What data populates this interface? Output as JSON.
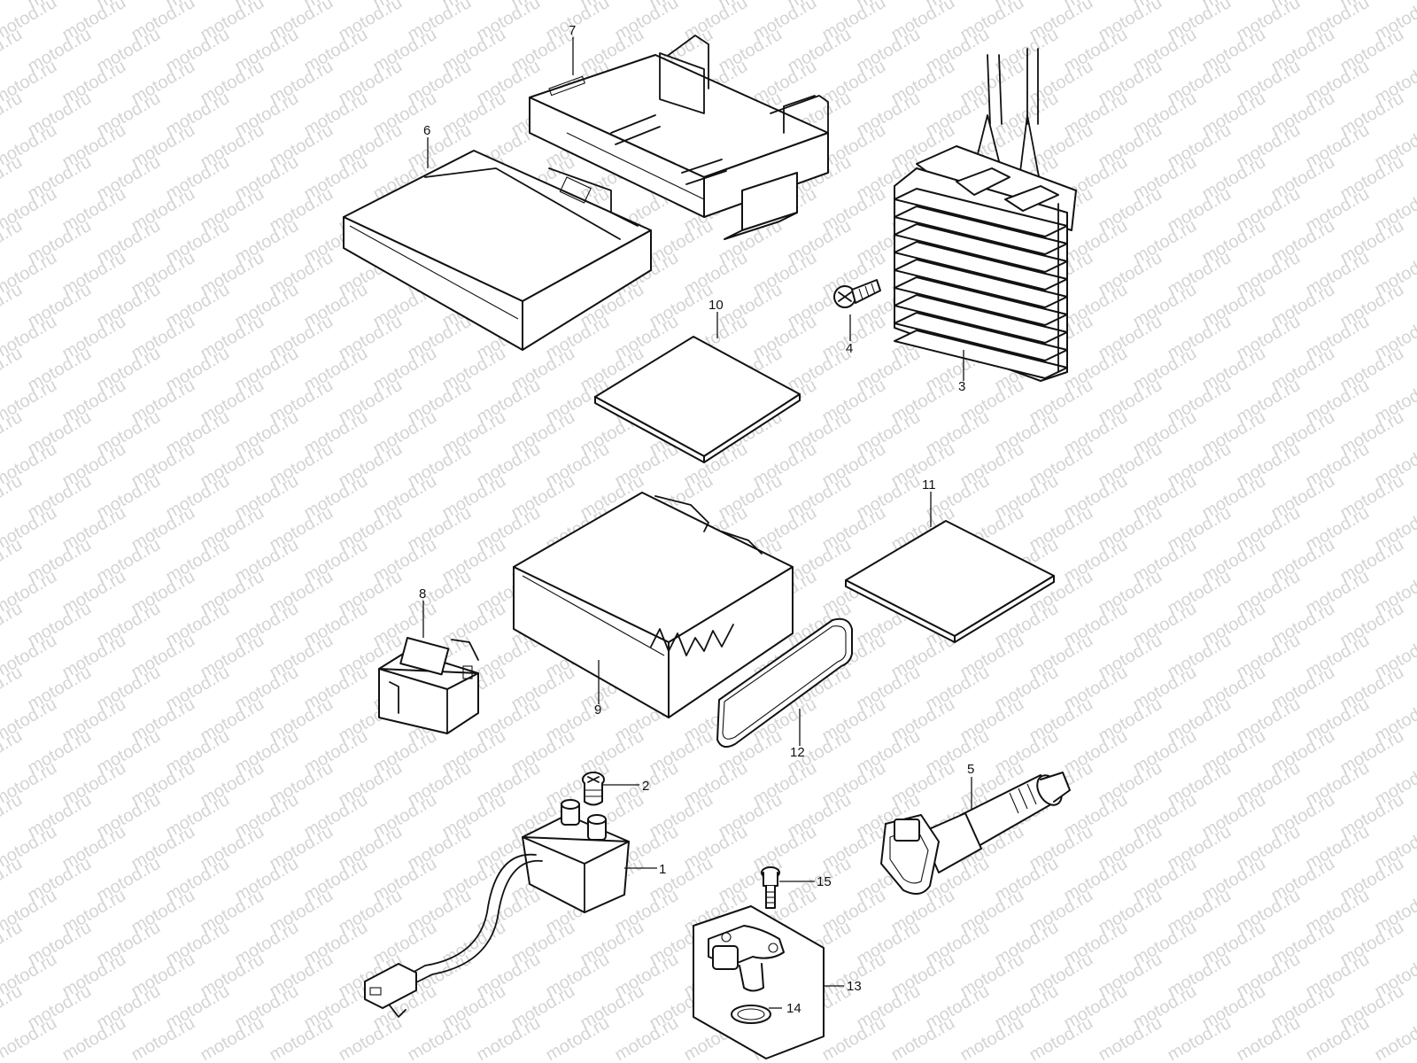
{
  "watermark": "motod.ru",
  "callouts": {
    "c1": "1",
    "c2": "2",
    "c3": "3",
    "c4": "4",
    "c5": "5",
    "c6": "6",
    "c7": "7",
    "c8": "8",
    "c9": "9",
    "c10": "10",
    "c11": "11",
    "c12": "12",
    "c13": "13",
    "c14": "14",
    "c15": "15"
  },
  "colors": {
    "line": "#111111",
    "watermark": "#d4d4d4",
    "background": "#ffffff"
  }
}
